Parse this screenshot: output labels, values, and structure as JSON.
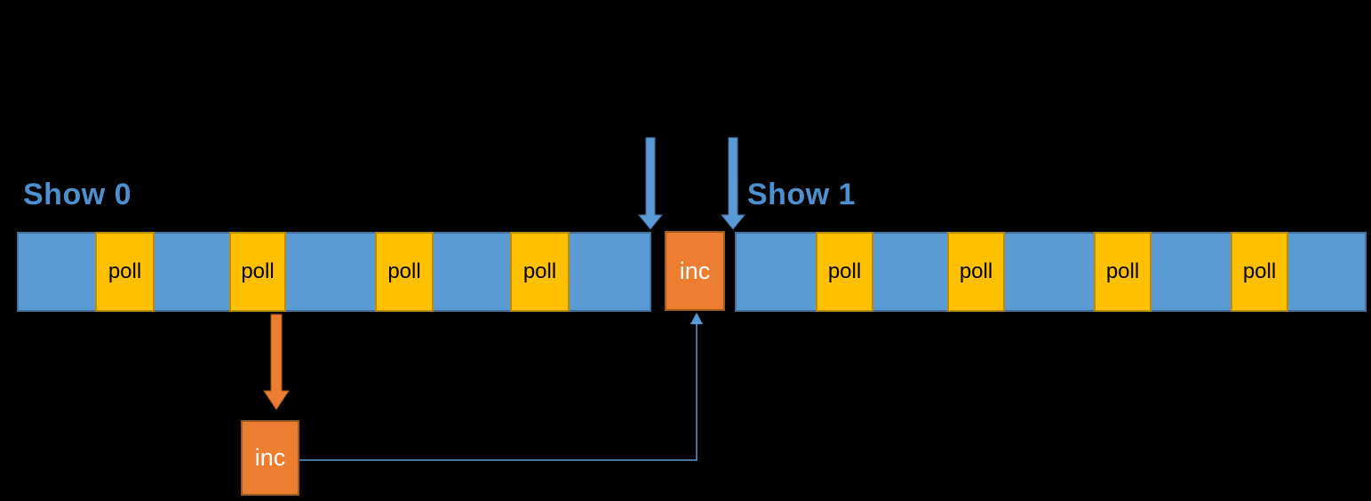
{
  "diagram": {
    "title_labels": {
      "show0": "Show 0",
      "show1": "Show 1"
    },
    "timeline": {
      "polls": [
        "poll",
        "poll",
        "poll",
        "poll",
        "poll",
        "poll",
        "poll",
        "poll"
      ],
      "inc_inline_label": "inc",
      "inc_detached_label": "inc"
    },
    "icons": {
      "boundary_arrow_left": "down-arrow",
      "boundary_arrow_right": "down-arrow",
      "poll_to_inc_arrow": "down-arrow",
      "inc_return_connector": "elbow-up-arrow"
    },
    "colors": {
      "background": "#000000",
      "bar_fill": "#5B9BD5",
      "bar_border": "#41719C",
      "poll_fill": "#FFC000",
      "poll_border": "#BC8C00",
      "poll_text": "#000000",
      "inc_fill": "#ED7D31",
      "inc_border": "#9E5B20",
      "inc_text": "#FFFFFF",
      "label_text": "#4E8FD0",
      "arrow_blue": "#5B9BD5",
      "arrow_blue_border": "#41719C",
      "arrow_orange": "#ED7D31",
      "arrow_orange_border": "#9E5B20",
      "connector": "#5B9BD5"
    }
  }
}
